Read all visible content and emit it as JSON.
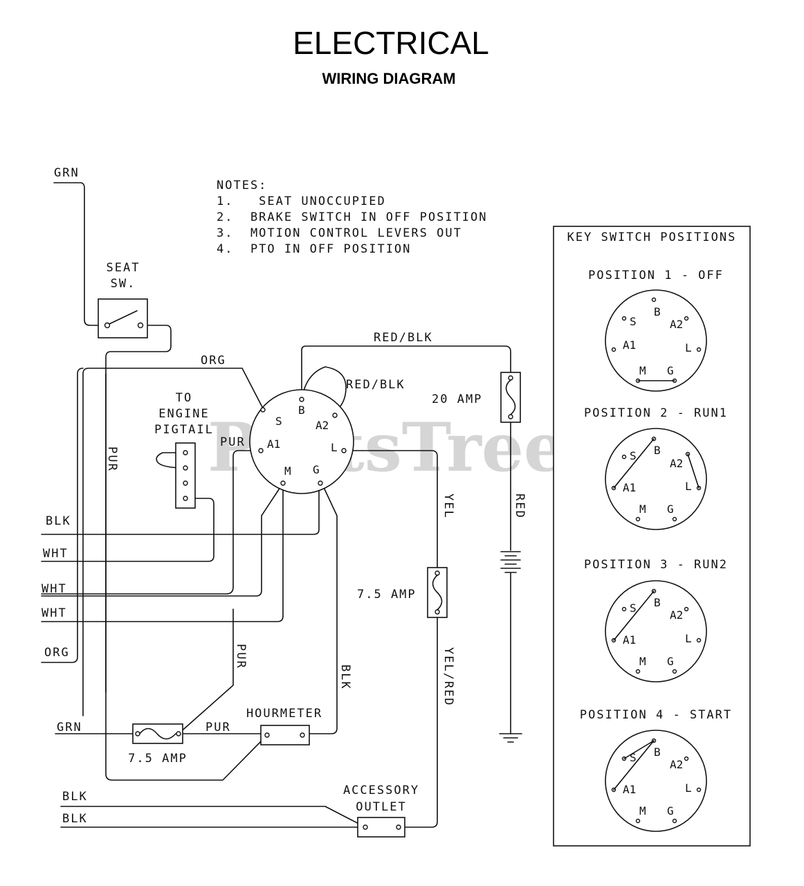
{
  "title": "ELECTRICAL",
  "subtitle": "WIRING DIAGRAM",
  "watermark": "PartsTree",
  "watermark_tm": "™",
  "notes": {
    "heading": "NOTES:",
    "items": [
      "1.   SEAT UNOCCUPIED",
      "2.  BRAKE SWITCH IN OFF POSITION",
      "3.  MOTION CONTROL LEVERS OUT",
      "4.  PTO IN OFF POSITION"
    ]
  },
  "components": {
    "seat_switch_line1": "SEAT",
    "seat_switch_line2": "SW.",
    "engine_line1": "TO",
    "engine_line2": "ENGINE",
    "engine_line3": "PIGTAIL",
    "fuse_20": "20 AMP",
    "fuse_75_yel": "7.5 AMP",
    "fuse_75_grn": "7.5 AMP",
    "hourmeter": "HOURMETER",
    "accessory_line1": "ACCESSORY",
    "accessory_line2": "OUTLET"
  },
  "ignition_pins": {
    "B": "B",
    "S": "S",
    "A2": "A2",
    "A1": "A1",
    "L": "L",
    "M": "M",
    "G": "G"
  },
  "wires": {
    "grn_top": "GRN",
    "org_top": "ORG",
    "red_blk_top": "RED/BLK",
    "red_blk_loop": "RED/BLK",
    "pur_left": "PUR",
    "pur_a1": "PUR",
    "blk": "BLK",
    "wht1": "WHT",
    "wht2": "WHT",
    "wht3": "WHT",
    "org_left": "ORG",
    "yel": "YEL",
    "red": "RED",
    "yel_red": "YEL/RED",
    "pur_mid": "PUR",
    "blk_mid": "BLK",
    "grn_bottom": "GRN",
    "pur_bottom": "PUR",
    "blk_bottom1": "BLK",
    "blk_bottom2": "BLK"
  },
  "key_switch": {
    "heading": "KEY SWITCH POSITIONS",
    "positions": [
      {
        "label": "POSITION 1 - OFF"
      },
      {
        "label": "POSITION 2 - RUN1"
      },
      {
        "label": "POSITION 3 - RUN2"
      },
      {
        "label": "POSITION 4 - START"
      }
    ]
  }
}
